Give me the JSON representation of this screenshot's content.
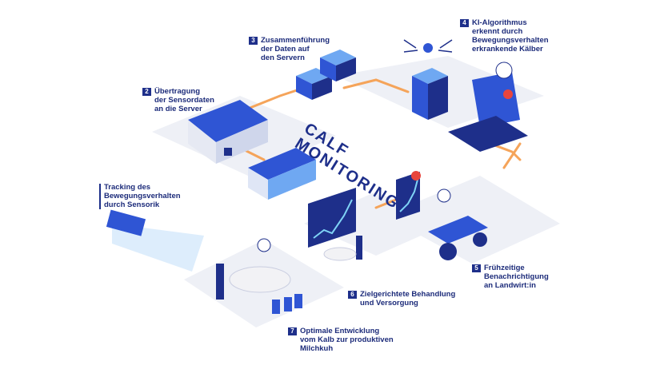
{
  "title": {
    "line1": "CALF",
    "line2": "MONITORING"
  },
  "steps": [
    {
      "id": "tracking",
      "number": "",
      "text": "Tracking des\nBewegungsverhalten\ndurch Sensorik"
    },
    {
      "id": "uebertragung",
      "number": "2",
      "text": "Übertragung\nder Sensordaten\nan die Server"
    },
    {
      "id": "zusammenfuehrung",
      "number": "3",
      "text": "Zusammenführung\nder Daten auf\nden Servern"
    },
    {
      "id": "ki",
      "number": "4",
      "text": "KI-Algorithmus\nerkennt durch\nBewegungsverhalten\nerkrankende Kälber"
    },
    {
      "id": "benachrichtigung",
      "number": "5",
      "text": "Frühzeitige\nBenachrichtigung\nan Landwirt:in"
    },
    {
      "id": "behandlung",
      "number": "6",
      "text": "Zielgerichtete Behandlung\nund Versorgung"
    },
    {
      "id": "entwicklung",
      "number": "7",
      "text": "Optimale Entwicklung\nvom Kalb zur produktiven\nMilchkuh"
    }
  ],
  "colors": {
    "navy": "#1e2f8a",
    "blue": "#2f55d4",
    "lightblue": "#6fa8f2",
    "cyan": "#7fd3f5",
    "orange": "#f5a45a",
    "ground": "#eef0f6",
    "red": "#e8453c"
  }
}
